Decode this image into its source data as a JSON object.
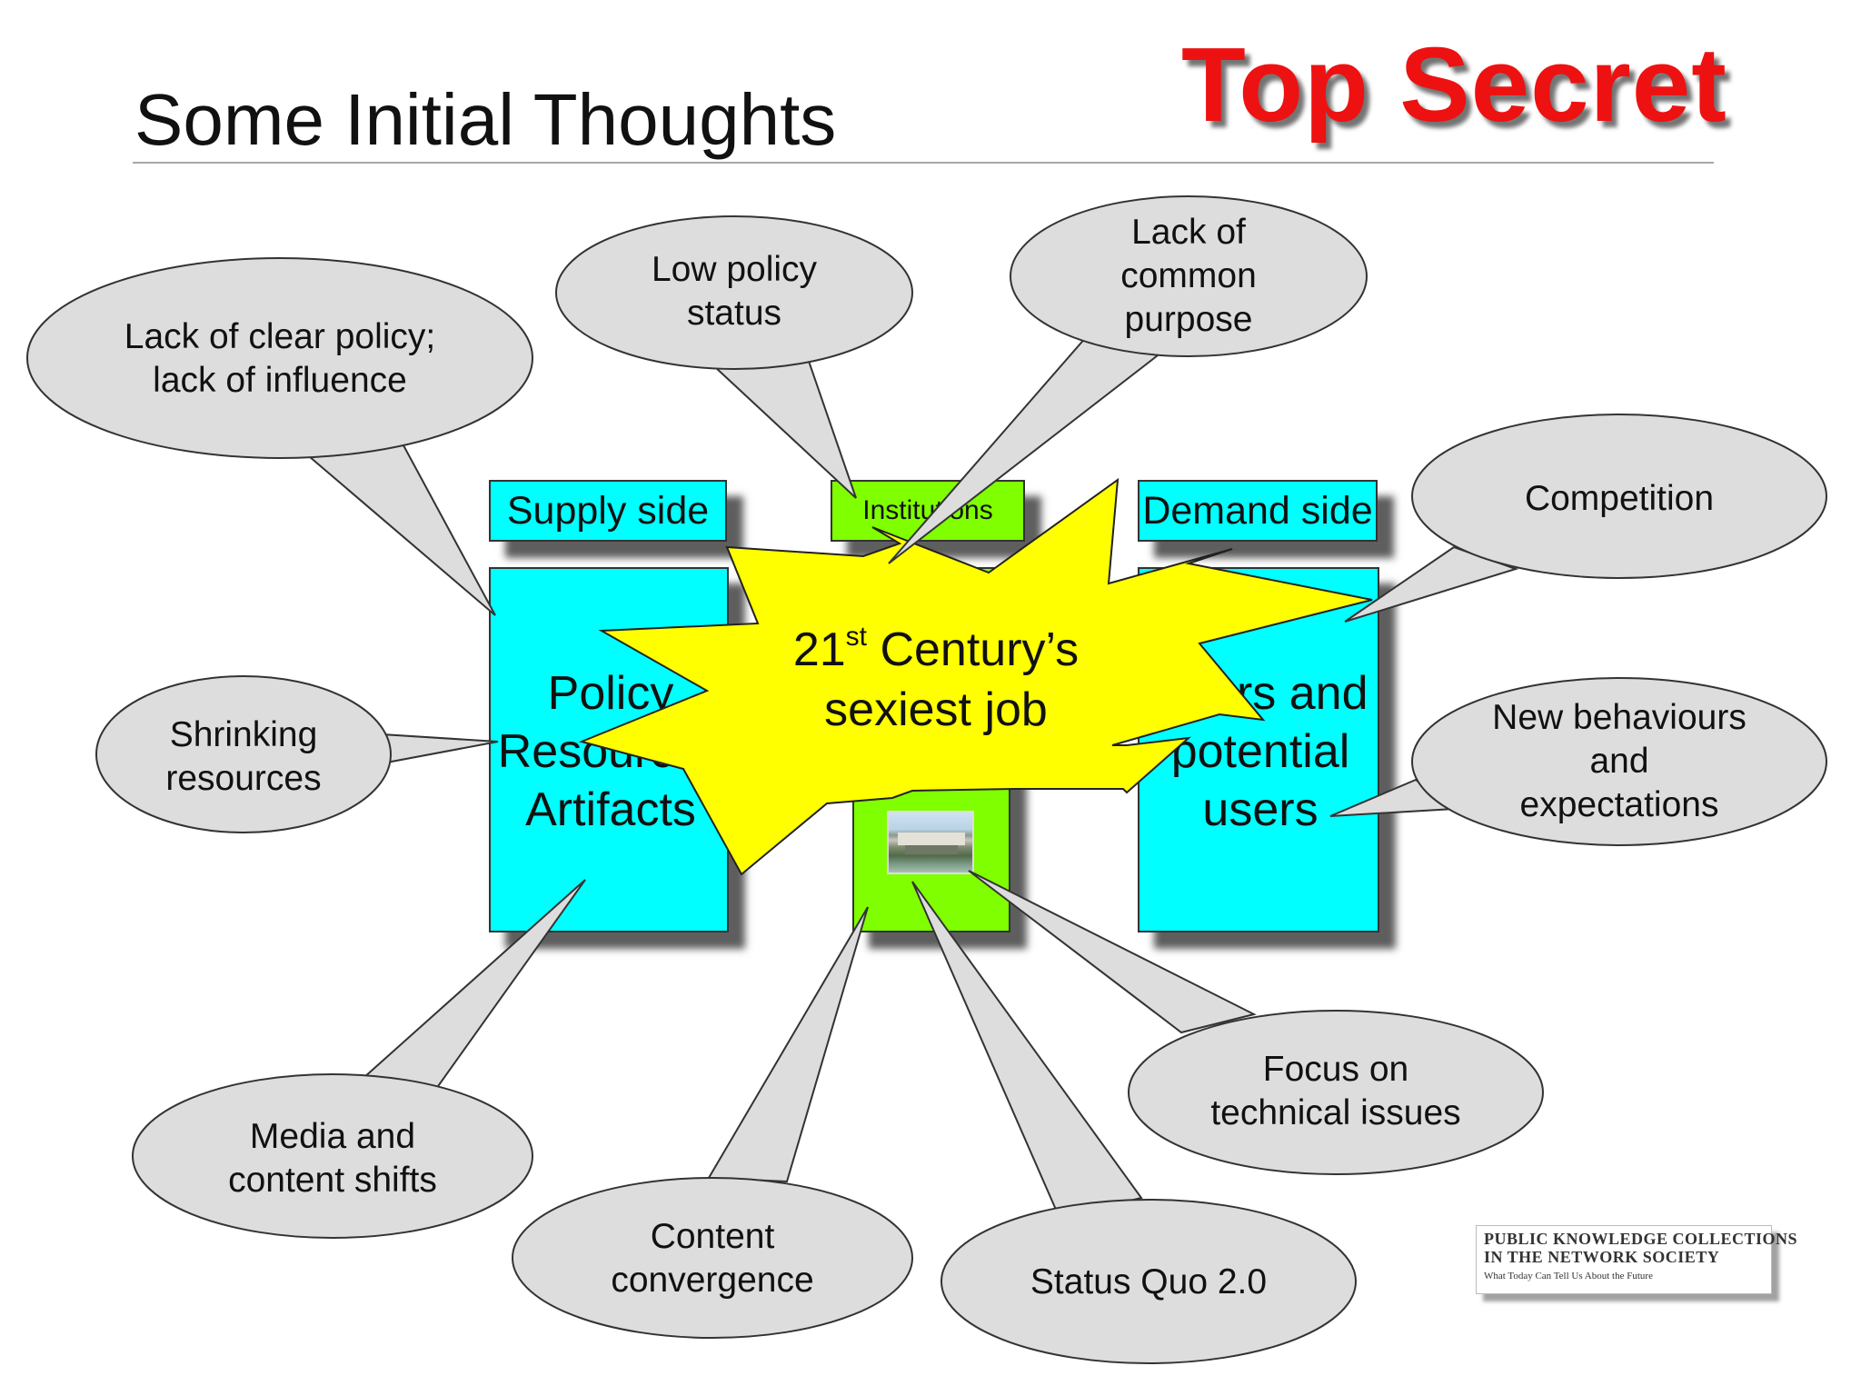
{
  "slide": {
    "title": "Some Initial Thoughts",
    "stamp": "Top Secret"
  },
  "columns": {
    "supply": {
      "header": "Supply side",
      "body": "Policy\nResources\nArtifacts"
    },
    "institutions": {
      "header": "Institutions"
    },
    "demand": {
      "header": "Demand side",
      "body": "Users and\npotential\nusers"
    }
  },
  "burst": {
    "line1_main": "21",
    "line1_sup": "st",
    "line1_rest": " Century’s",
    "line2": "sexiest job"
  },
  "bubbles": {
    "lack_of_clear_policy": "Lack of clear policy;\nlack of influence",
    "low_policy_status": "Low policy\nstatus",
    "lack_of_common_purpose": "Lack of\ncommon\npurpose",
    "competition": "Competition",
    "shrinking_resources": "Shrinking\nresources",
    "new_behaviours": "New behaviours\nand\nexpectations",
    "media_content_shifts": "Media and\ncontent shifts",
    "content_convergence": "Content\nconvergence",
    "status_quo": "Status Quo 2.0",
    "focus_technical": "Focus on\ntechnical issues"
  },
  "logo": {
    "line1": "PUBLIC KNOWLEDGE COLLECTIONS",
    "line2": "IN THE NETWORK SOCIETY",
    "line3": "What Today Can Tell Us About the Future"
  },
  "colors": {
    "cyan": "#00ffff",
    "lime": "#80ff00",
    "burst": "#ffff00",
    "bubble_fill": "#dddddd",
    "stamp_red": "#ee1111"
  }
}
